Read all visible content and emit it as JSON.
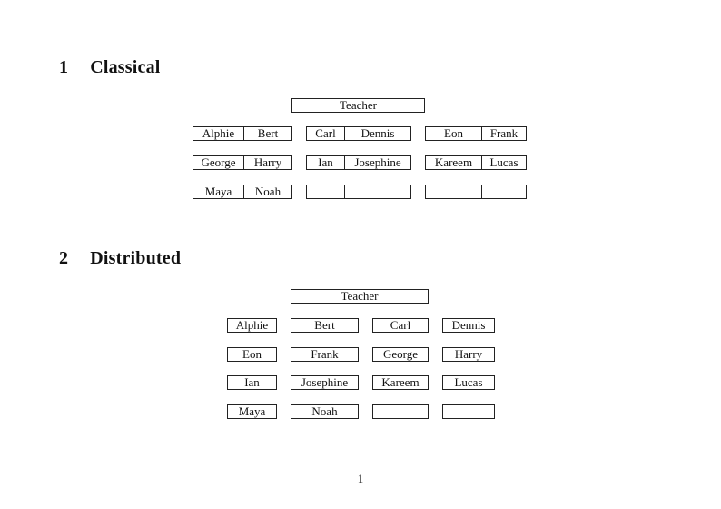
{
  "page": {
    "number": "1",
    "background": "#ffffff",
    "border_color": "#222222",
    "text_color": "#111111"
  },
  "sections": [
    {
      "number": "1",
      "title": "Classical",
      "teacher_label": "Teacher",
      "rows": [
        {
          "desks": [
            {
              "cells": [
                "Alphie",
                "Bert"
              ]
            },
            {
              "cells": [
                "Carl",
                "Dennis"
              ]
            },
            {
              "cells": [
                "Eon",
                "Frank"
              ]
            }
          ]
        },
        {
          "desks": [
            {
              "cells": [
                "George",
                "Harry"
              ]
            },
            {
              "cells": [
                "Ian",
                "Josephine"
              ]
            },
            {
              "cells": [
                "Kareem",
                "Lucas"
              ]
            }
          ]
        },
        {
          "desks": [
            {
              "cells": [
                "Maya",
                "Noah"
              ]
            },
            {
              "cells": [
                "",
                ""
              ]
            },
            {
              "cells": [
                "",
                ""
              ]
            }
          ]
        }
      ]
    },
    {
      "number": "2",
      "title": "Distributed",
      "teacher_label": "Teacher",
      "rows": [
        {
          "desks": [
            {
              "cells": [
                "Alphie"
              ]
            },
            {
              "cells": [
                "Bert"
              ]
            },
            {
              "cells": [
                "Carl"
              ]
            },
            {
              "cells": [
                "Dennis"
              ]
            }
          ]
        },
        {
          "desks": [
            {
              "cells": [
                "Eon"
              ]
            },
            {
              "cells": [
                "Frank"
              ]
            },
            {
              "cells": [
                "George"
              ]
            },
            {
              "cells": [
                "Harry"
              ]
            }
          ]
        },
        {
          "desks": [
            {
              "cells": [
                "Ian"
              ]
            },
            {
              "cells": [
                "Josephine"
              ]
            },
            {
              "cells": [
                "Kareem"
              ]
            },
            {
              "cells": [
                "Lucas"
              ]
            }
          ]
        },
        {
          "desks": [
            {
              "cells": [
                "Maya"
              ]
            },
            {
              "cells": [
                "Noah"
              ]
            },
            {
              "cells": [
                ""
              ]
            },
            {
              "cells": [
                ""
              ]
            }
          ]
        }
      ]
    }
  ]
}
